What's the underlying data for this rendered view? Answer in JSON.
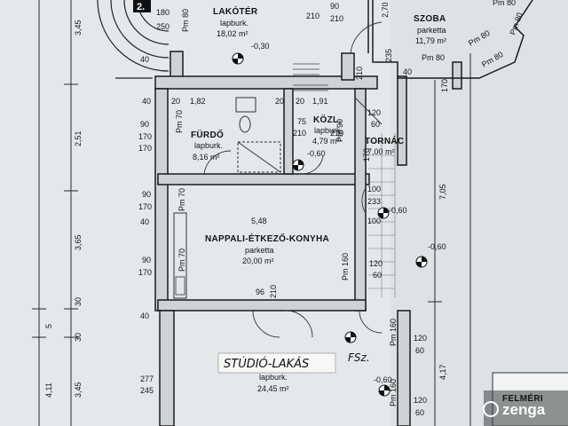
{
  "rooms": {
    "lakoter": {
      "name": "LAKÓTÉR",
      "floor": "lapburk.",
      "area": "18,02 m²",
      "level": "-0,30"
    },
    "szoba": {
      "name": "SZOBA",
      "floor": "parketta",
      "area": "11,79 m²"
    },
    "furdo": {
      "name": "FÜRDŐ",
      "floor": "lapburk.",
      "area": "8,16 m²"
    },
    "kozl": {
      "name": "KÖZL.",
      "floor": "lapburk.",
      "area": "4,79 m²",
      "level": "-0,60"
    },
    "tornac": {
      "name": "TORNÁC",
      "area": "7,00 m²"
    },
    "nappali": {
      "name": "NAPPALI-ÉTKEZŐ-KONYHA",
      "floor": "parketta",
      "area": "20,00 m²"
    },
    "studio": {
      "floor": "lapburk.",
      "area": "24,45 m²"
    }
  },
  "labels": {
    "studio_stamp": "STÚDIÓ-LAKÁS",
    "floor_code": "FSz.",
    "title_fragment": "FELMÉRI",
    "watermark": "zenga",
    "corner_number": "2."
  },
  "dims": {
    "d180": "180",
    "d250": "250",
    "d210a": "210",
    "d90a": "90",
    "d210b": "210",
    "d270": "2,70",
    "d235": "235",
    "d182": "1,82",
    "d20a": "20",
    "d191": "1,91",
    "d20b": "20",
    "d40a": "40",
    "d90b": "90",
    "d170a": "170",
    "d75": "75",
    "d210c": "210",
    "d120a": "120",
    "d60a": "60",
    "d100a": "100",
    "d100b": "100",
    "d233": "233",
    "d548": "5,48",
    "d120b": "120",
    "d60b": "60",
    "d96": "96",
    "d210d": "210",
    "d120c": "120",
    "d60c": "60",
    "d120d": "120",
    "d60d": "60",
    "d277": "277",
    "d245": "245",
    "d345a": "3,45",
    "d251": "2,51",
    "d365": "3,65",
    "d30a": "30",
    "d5": "5",
    "d30b": "30",
    "d411": "4,11",
    "d345b": "3,45",
    "d705": "7,05",
    "d417": "4,17",
    "lv060a": "-0,60",
    "lv060b": "-0,60",
    "lv060c": "-0,60",
    "pm80a": "Pm 80",
    "pm80b": "Pm 80",
    "pm80c": "Pm 80",
    "pm80d": "Pm 80",
    "pm80e": "Pm 80",
    "pm70a": "Pm 70",
    "pm70b": "Pm 70",
    "pm70c": "Pm 70",
    "pm160a": "Pm 160",
    "pm160b": "Pm 160",
    "pm160c": "Pm 160",
    "pm90": "Pm 90",
    "pm80top": "Pm 80",
    "s40a": "40",
    "s40b": "40",
    "s40c": "40",
    "s90": "90",
    "s170": "170",
    "s20": "20",
    "s90b": "90",
    "s170b": "170",
    "s170c": "170",
    "s40d": "40",
    "s210": "210",
    "s210b": "210",
    "s170d": "170",
    "s40e": "40",
    "s170e": "170"
  }
}
